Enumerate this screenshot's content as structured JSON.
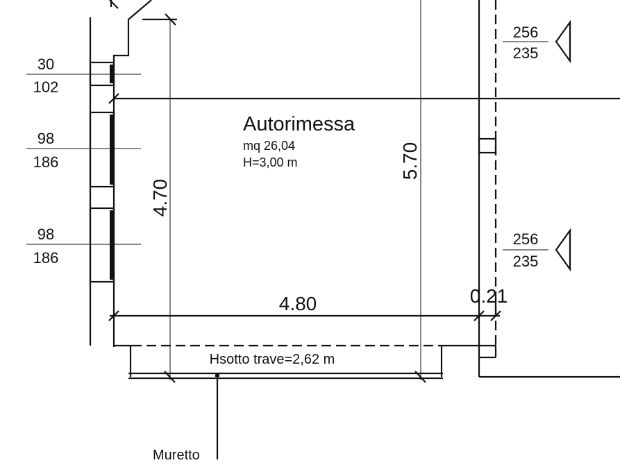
{
  "room": {
    "name": "Autorimessa",
    "area": "mq 26,04",
    "height": "H=3,00 m"
  },
  "dimensions": {
    "vertical_left": "4.70",
    "vertical_right": "5.70",
    "horizontal": "4.80",
    "wall": "0.21"
  },
  "beam_note": "Hsotto trave=2,62 m",
  "wall_label": "Muretto",
  "windows_left": [
    {
      "top": "30",
      "bottom": "102"
    },
    {
      "top": "98",
      "bottom": "186"
    },
    {
      "top": "98",
      "bottom": "186"
    }
  ],
  "windows_right": [
    {
      "top": "256",
      "bottom": "235"
    },
    {
      "top": "256",
      "bottom": "235"
    }
  ]
}
